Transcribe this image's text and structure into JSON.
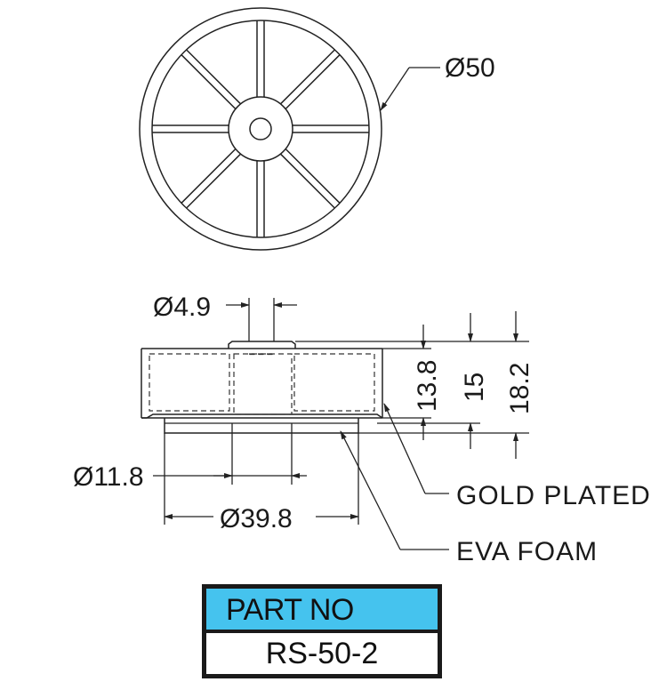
{
  "colors": {
    "line": "#222222",
    "table_header_fill": "#45c3ee",
    "background": "#ffffff"
  },
  "top_view": {
    "outer_diameter_label": "Ø50",
    "spoke_count": 8
  },
  "side_view": {
    "hole_diameter_label": "Ø4.9",
    "hub_diameter_label": "Ø11.8",
    "base_diameter_label": "Ø39.8",
    "height_body_label": "13.8",
    "height_gold_label": "15",
    "height_total_label": "18.2",
    "callout_gold": "GOLD PLATED",
    "callout_eva": "EVA FOAM"
  },
  "part_table": {
    "header": "PART NO",
    "value": "RS-50-2"
  }
}
